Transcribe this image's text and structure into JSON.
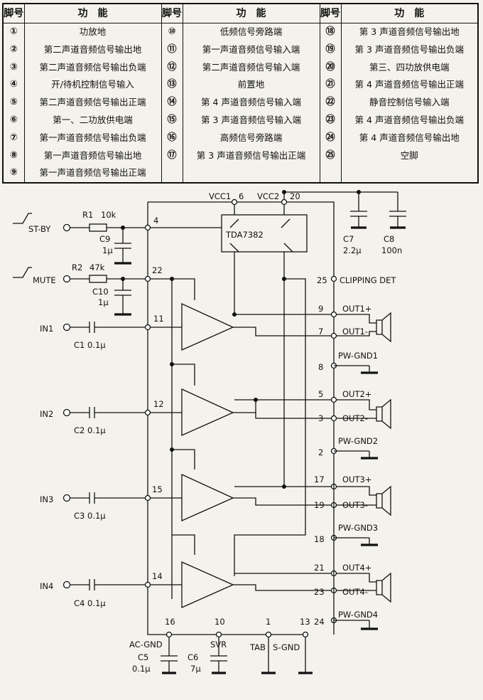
{
  "table": {
    "headers": [
      "脚号",
      "功　能",
      "脚号",
      "功　能",
      "脚号",
      "功　能"
    ],
    "rows": [
      [
        {
          "pin": "①",
          "fn": "功放地"
        },
        {
          "pin": "⑩",
          "fn": "低频信号旁路端"
        },
        {
          "pin": "⑱",
          "fn": "第 3 声道音频信号输出地"
        }
      ],
      [
        {
          "pin": "②",
          "fn": "第二声道音频信号输出地"
        },
        {
          "pin": "⑪",
          "fn": "第一声道音频信号输入端"
        },
        {
          "pin": "⑲",
          "fn": "第 3 声道音频信号输出负端"
        }
      ],
      [
        {
          "pin": "③",
          "fn": "第二声道音频信号输出负端"
        },
        {
          "pin": "⑫",
          "fn": "第二声道音频信号输入端"
        },
        {
          "pin": "⑳",
          "fn": "第三、四功放供电端"
        }
      ],
      [
        {
          "pin": "④",
          "fn": "开/待机控制信号输入"
        },
        {
          "pin": "⑬",
          "fn": "前置地"
        },
        {
          "pin": "㉑",
          "fn": "第 4 声道音频信号输出正端"
        }
      ],
      [
        {
          "pin": "⑤",
          "fn": "第二声道音频信号输出正端"
        },
        {
          "pin": "⑭",
          "fn": "第 4 声道音频信号输入端"
        },
        {
          "pin": "㉒",
          "fn": "静音控制信号输入端"
        }
      ],
      [
        {
          "pin": "⑥",
          "fn": "第一、二功放供电端"
        },
        {
          "pin": "⑮",
          "fn": "第 3 声道音频信号输入端"
        },
        {
          "pin": "㉓",
          "fn": "第 4 声道音频信号输出负端"
        }
      ],
      [
        {
          "pin": "⑦",
          "fn": "第一声道音频信号输出负端"
        },
        {
          "pin": "⑯",
          "fn": "高频信号旁路端"
        },
        {
          "pin": "㉔",
          "fn": "第 4 声道音频信号输出地"
        }
      ],
      [
        {
          "pin": "⑧",
          "fn": "第一声道音频信号输出地"
        },
        {
          "pin": "⑰",
          "fn": "第 3 声道音频信号输出正端"
        },
        {
          "pin": "㉕",
          "fn": "空脚"
        }
      ],
      [
        {
          "pin": "⑨",
          "fn": "第一声道音频信号输出正端"
        },
        {
          "pin": "",
          "fn": ""
        },
        {
          "pin": "",
          "fn": ""
        }
      ]
    ]
  },
  "schematic": {
    "chip_label": "TDA7382",
    "vcc1": "VCC1",
    "vcc2": "VCC2",
    "pin_numbers": {
      "p6": "6",
      "p20": "20",
      "p4": "4",
      "p22": "22",
      "p25": "25",
      "p11": "11",
      "p12": "12",
      "p15": "15",
      "p14": "14",
      "p9": "9",
      "p7": "7",
      "p8": "8",
      "p5": "5",
      "p3": "3",
      "p2": "2",
      "p17": "17",
      "p19": "19",
      "p18": "18",
      "p21": "21",
      "p23": "23",
      "p24": "24",
      "p16": "16",
      "p10": "10",
      "p1": "1",
      "p13": "13"
    },
    "inputs": {
      "stby": "ST-BY",
      "mute": "MUTE",
      "in1": "IN1",
      "in2": "IN2",
      "in3": "IN3",
      "in4": "IN4"
    },
    "components": {
      "r1": "R1",
      "r1_val": "10k",
      "r2": "R2",
      "r2_val": "47k",
      "c9": "C9",
      "c9_val": "1μ",
      "c10": "C10",
      "c10_val": "1μ",
      "c1": "C1  0.1μ",
      "c2": "C2  0.1μ",
      "c3": "C3  0.1μ",
      "c4": "C4  0.1μ",
      "c7": "C7",
      "c7_val": "2.2μ",
      "c8": "C8",
      "c8_val": "100n",
      "c5": "C5",
      "c5_val": "0.1μ",
      "c6": "C6",
      "c6_val": "7μ"
    },
    "outputs": {
      "out1p": "OUT1+",
      "out1m": "OUT1-",
      "gnd1": "PW-GND1",
      "out2p": "OUT2+",
      "out2m": "OUT2-",
      "gnd2": "PW-GND2",
      "out3p": "OUT3+",
      "out3m": "OUT3-",
      "gnd3": "PW-GND3",
      "out4p": "OUT4+",
      "out4m": "OUT4-",
      "gnd4": "PW-GND4",
      "clip": "CLIPPING DET"
    },
    "bottom": {
      "acgnd": "AC-GND",
      "svr": "SVR",
      "tab": "TAB",
      "sgnd": "S-GND"
    }
  }
}
